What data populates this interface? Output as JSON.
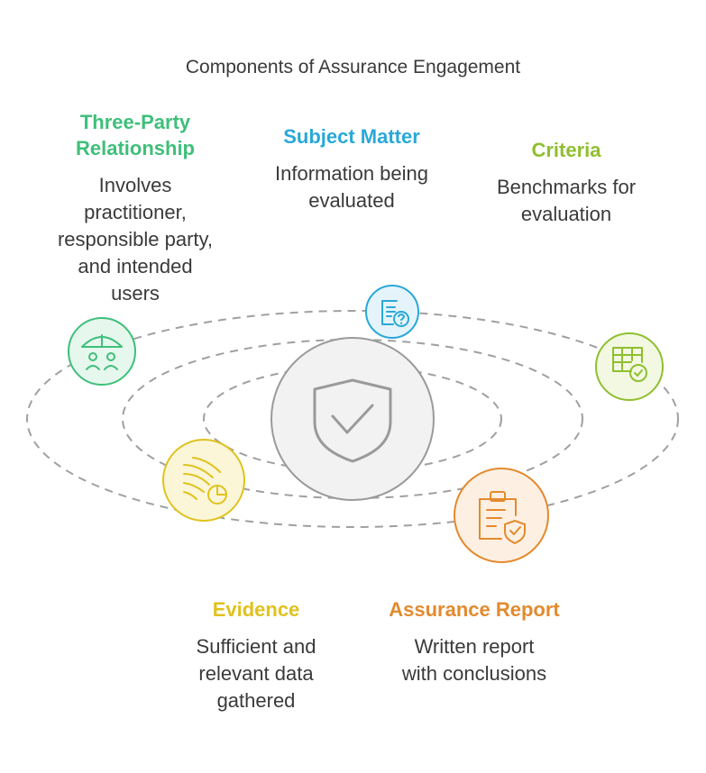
{
  "title": "Components of Assurance Engagement",
  "components": [
    {
      "id": "three-party",
      "heading_lines": [
        "Three-Party",
        "Relationship"
      ],
      "desc_lines": [
        "Involves",
        "practitioner,",
        "responsible party,",
        "and intended",
        "users"
      ],
      "color": "#3fbf7a",
      "icon": "umbrella-people-icon"
    },
    {
      "id": "subject-matter",
      "heading_lines": [
        "Subject Matter"
      ],
      "desc_lines": [
        "Information being",
        "evaluated"
      ],
      "color": "#2aa8d8",
      "icon": "document-question-icon"
    },
    {
      "id": "criteria",
      "heading_lines": [
        "Criteria"
      ],
      "desc_lines": [
        "Benchmarks for",
        "evaluation"
      ],
      "color": "#8fbf2f",
      "icon": "table-check-icon"
    },
    {
      "id": "evidence",
      "heading_lines": [
        "Evidence"
      ],
      "desc_lines": [
        "Sufficient and",
        "relevant data",
        "gathered"
      ],
      "color": "#e0c21c",
      "icon": "data-flow-pie-icon"
    },
    {
      "id": "assurance-report",
      "heading_lines": [
        "Assurance Report"
      ],
      "desc_lines": [
        "Written report",
        "with conclusions"
      ],
      "color": "#e38a2e",
      "icon": "clipboard-shield-icon"
    }
  ],
  "center": {
    "icon": "shield-check-icon",
    "color": "#9a9a9a"
  }
}
